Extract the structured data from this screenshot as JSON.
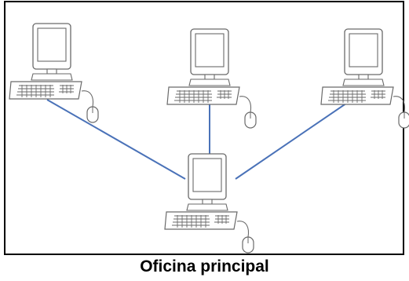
{
  "caption": "Oficina principal",
  "colors": {
    "link": "#4a72b8",
    "outline": "#6a6a6a",
    "frame": "#000000"
  },
  "workstations": [
    {
      "id": "pc-left",
      "icon": "desktop-computer-icon"
    },
    {
      "id": "pc-middle",
      "icon": "desktop-computer-icon"
    },
    {
      "id": "pc-right",
      "icon": "desktop-computer-icon"
    },
    {
      "id": "pc-center-bottom",
      "icon": "desktop-computer-icon"
    }
  ],
  "links": [
    {
      "from": "pc-left",
      "to": "pc-center-bottom"
    },
    {
      "from": "pc-middle",
      "to": "pc-center-bottom"
    },
    {
      "from": "pc-right",
      "to": "pc-center-bottom"
    }
  ]
}
